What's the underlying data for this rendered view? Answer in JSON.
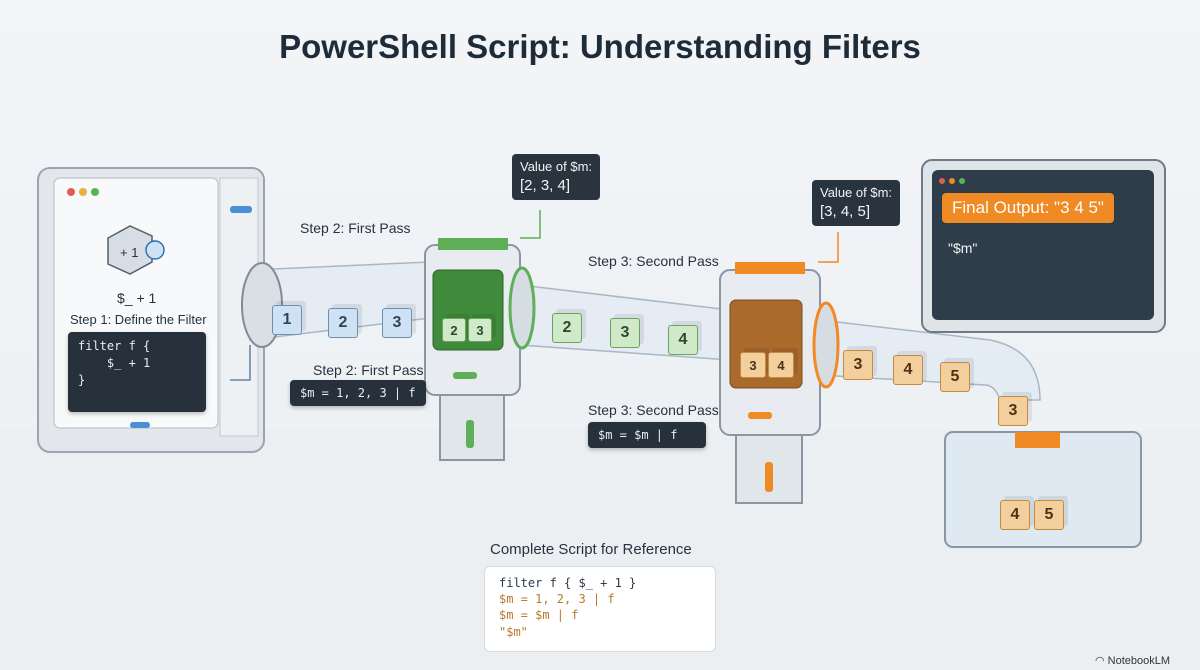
{
  "title": "PowerShell Script: Understanding Filters",
  "step1": {
    "formula": "$_ + 1",
    "plus_label": "+ 1",
    "label": "Step 1: Define the Filter",
    "code": "filter f {\n    $_ + 1\n}"
  },
  "step2": {
    "label_top": "Step 2: First Pass",
    "label_bottom": "Step 2: First Pass",
    "code": "$m = 1, 2, 3 | f",
    "input_cubes": [
      "1",
      "2",
      "3"
    ],
    "machine_cubes": [
      "2",
      "3"
    ],
    "callout_title": "Value of $m:",
    "callout_value": "[2, 3, 4]"
  },
  "step3": {
    "label_top": "Step 3: Second Pass",
    "label_bottom": "Step 3: Second Pass",
    "code": "$m = $m | f",
    "input_cubes": [
      "2",
      "3",
      "4"
    ],
    "machine_cubes": [
      "3",
      "4"
    ],
    "callout_title": "Value of $m:",
    "callout_value": "[3, 4, 5]"
  },
  "output": {
    "tube_cubes": [
      "3",
      "4",
      "5"
    ],
    "falling_cube": "3",
    "bin_cubes": [
      "4",
      "5"
    ],
    "final_label": "Final Output: \"3 4 5\"",
    "final_code": "\"$m\""
  },
  "reference": {
    "title": "Complete Script for Reference",
    "lines": [
      "filter f { $_ + 1 }",
      "$m = 1, 2, 3 | f",
      "$m = $m | f",
      "\"$m\""
    ]
  },
  "watermark": "NotebookLM",
  "colors": {
    "blue": "#6d8fb3",
    "green": "#5fae58",
    "orange": "#f08a24",
    "dark": "#27313c"
  }
}
